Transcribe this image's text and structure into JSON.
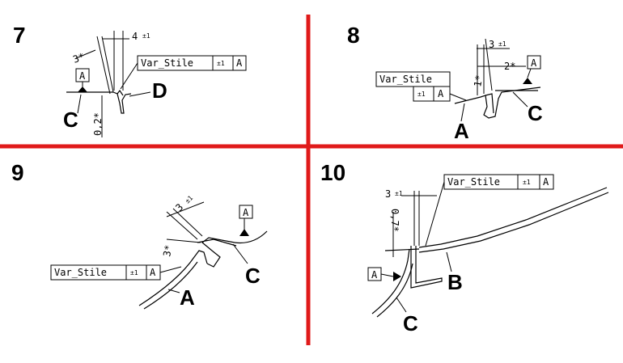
{
  "colors": {
    "divider": "#e01a1a",
    "ink": "#000000",
    "background": "#ffffff"
  },
  "quadrants": [
    {
      "number": "7",
      "dims": {
        "gap": "4",
        "gap_tol": "±1",
        "angle": "3*",
        "offset": "0,2*"
      },
      "fcf": {
        "name": "Var_Stile",
        "tol": "±1",
        "datum": "A"
      },
      "datum_flag": "A",
      "labels": {
        "c": "C",
        "d": "D"
      }
    },
    {
      "number": "8",
      "dims": {
        "gap": "3",
        "gap_tol": "±1",
        "angle": "2*",
        "step": "1*"
      },
      "fcf": {
        "name": "Var_Stile",
        "tol": "±1",
        "datum": "A"
      },
      "datum_flag": "A",
      "labels": {
        "a": "A",
        "c": "C"
      }
    },
    {
      "number": "9",
      "dims": {
        "gap": "3",
        "gap_tol": "±1",
        "angle": "3*"
      },
      "fcf": {
        "name": "Var_Stile",
        "tol": "±1",
        "datum": "A"
      },
      "datum_flag": "A",
      "labels": {
        "a": "A",
        "c": "C"
      }
    },
    {
      "number": "10",
      "dims": {
        "gap": "3",
        "gap_tol": "±1",
        "offset": "0,7*"
      },
      "fcf": {
        "name": "Var_Stile",
        "tol": "±1",
        "datum": "A"
      },
      "datum_flag": "A",
      "labels": {
        "b": "B",
        "c": "C"
      }
    }
  ]
}
